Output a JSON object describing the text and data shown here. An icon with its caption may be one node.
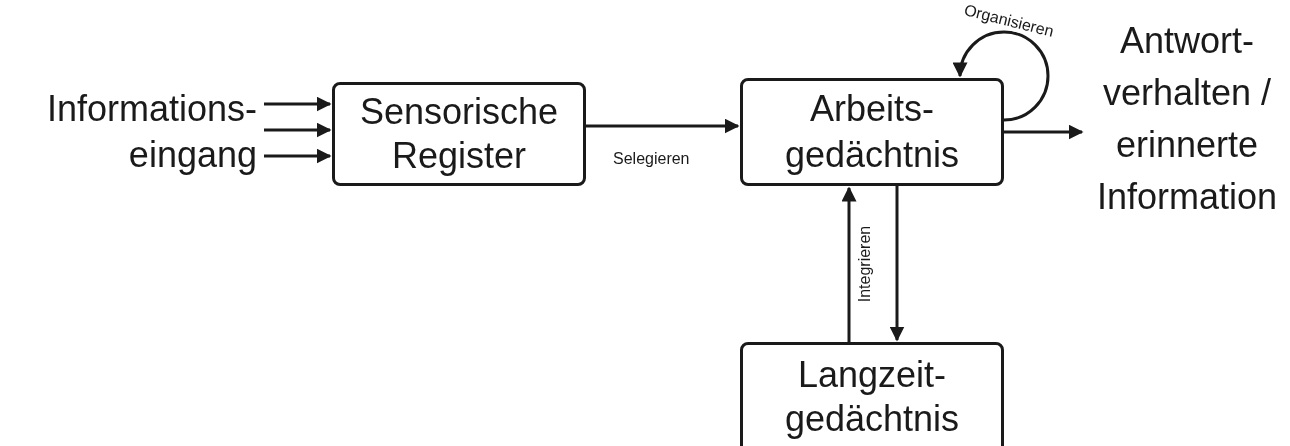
{
  "diagram": {
    "nodes": [
      {
        "text": [
          "Informations- eingang"
        ]
      },
      {
        "text": [
          "Sensorische Register"
        ]
      },
      {
        "text": [
          "Arbeits- gedächtnis"
        ]
      },
      {
        "text": [
          "Antwort- verhalten / erinnerte Information"
        ]
      },
      {
        "text": [
          "Langzeit- gedächtnis"
        ]
      }
    ],
    "edges": [
      {
        "from": 0,
        "to": 1,
        "arrow": "to"
      },
      {
        "from": 0,
        "to": 1,
        "arrow": "to"
      },
      {
        "from": 0,
        "to": 1,
        "arrow": "to"
      },
      {
        "from": 1,
        "to": 2,
        "arrow": "to",
        "label": "Selegieren"
      },
      {
        "from": 2,
        "to": 2,
        "arrow": "to",
        "label": "Organisieren"
      },
      {
        "from": 2,
        "to": 3,
        "arrow": "to"
      },
      {
        "from": 4,
        "to": 2,
        "arrow": "to",
        "label": "Integrieren"
      },
      {
        "from": 2,
        "to": 4,
        "arrow": "to"
      }
    ]
  }
}
